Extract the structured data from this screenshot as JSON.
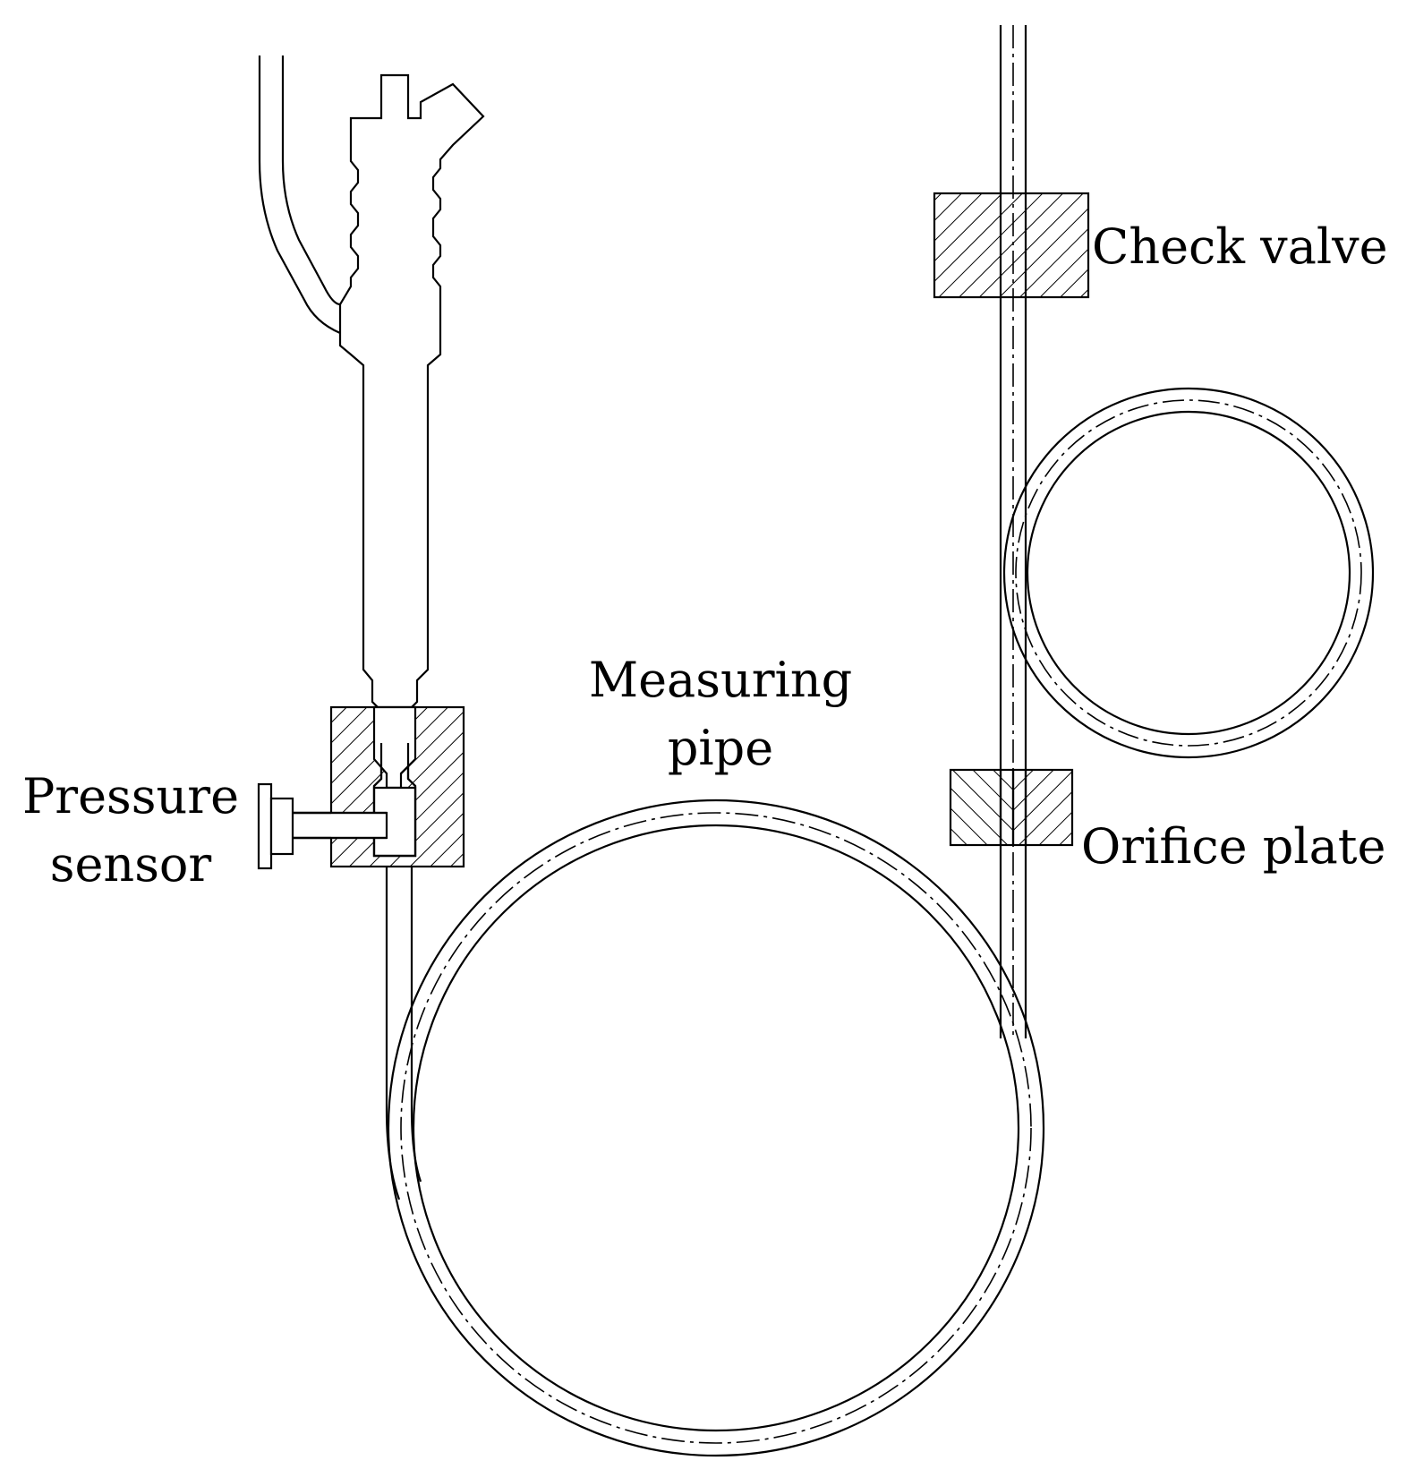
{
  "diagram": {
    "labels": {
      "check_valve": "Check valve",
      "measuring_pipe_line1": "Measuring",
      "measuring_pipe_line2": "pipe",
      "pressure_sensor_line1": "Pressure",
      "pressure_sensor_line2": "sensor",
      "orifice_plate": "Orifice plate"
    },
    "colors": {
      "stroke": "#000000",
      "background": "#ffffff"
    }
  }
}
